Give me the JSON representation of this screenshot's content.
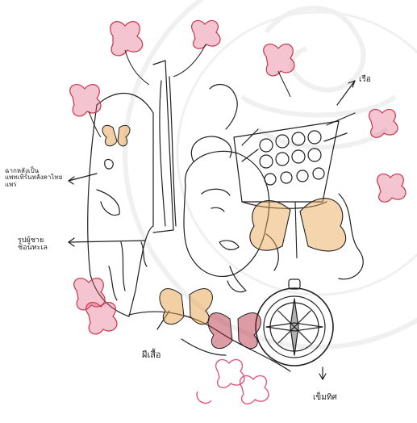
{
  "annotations": {
    "boat": "เรือ",
    "wall": "ฉากหลังเป็น\nแพทเทิร์นหลังคาไทย\nแพร",
    "portrait": "รูปผู้ชาย\nช่อนทะเล",
    "butterfly": "ผีเสื้อ",
    "compass": "เข็มทิศ"
  },
  "colors": {
    "ink": "#1f1f1f",
    "flower_red": "#c9344a",
    "flower_pink": "#e0567a",
    "butterfly_orange": "#e8a14a",
    "butterfly_red": "#b4213a",
    "watermark": "#7a7a7a"
  }
}
